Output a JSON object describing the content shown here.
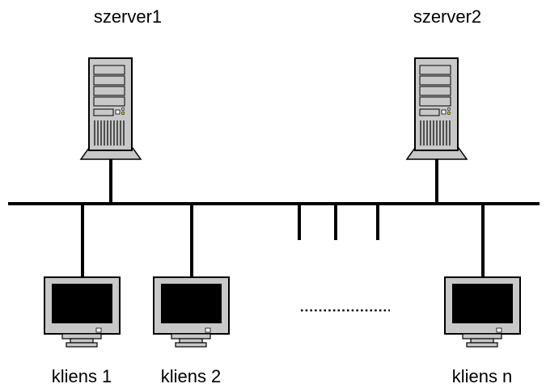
{
  "servers": [
    {
      "label": "szerver1",
      "icon": "server-tower-icon"
    },
    {
      "label": "szerver2",
      "icon": "server-tower-icon"
    }
  ],
  "clients": [
    {
      "label": "kliens 1",
      "icon": "crt-monitor-icon"
    },
    {
      "label": "kliens 2",
      "icon": "crt-monitor-icon"
    },
    {
      "label": "kliens n",
      "icon": "crt-monitor-icon"
    }
  ],
  "colors": {
    "line": "#000000",
    "device_body": "#c8c8c8",
    "screen": "#000000",
    "background": "#ffffff"
  }
}
